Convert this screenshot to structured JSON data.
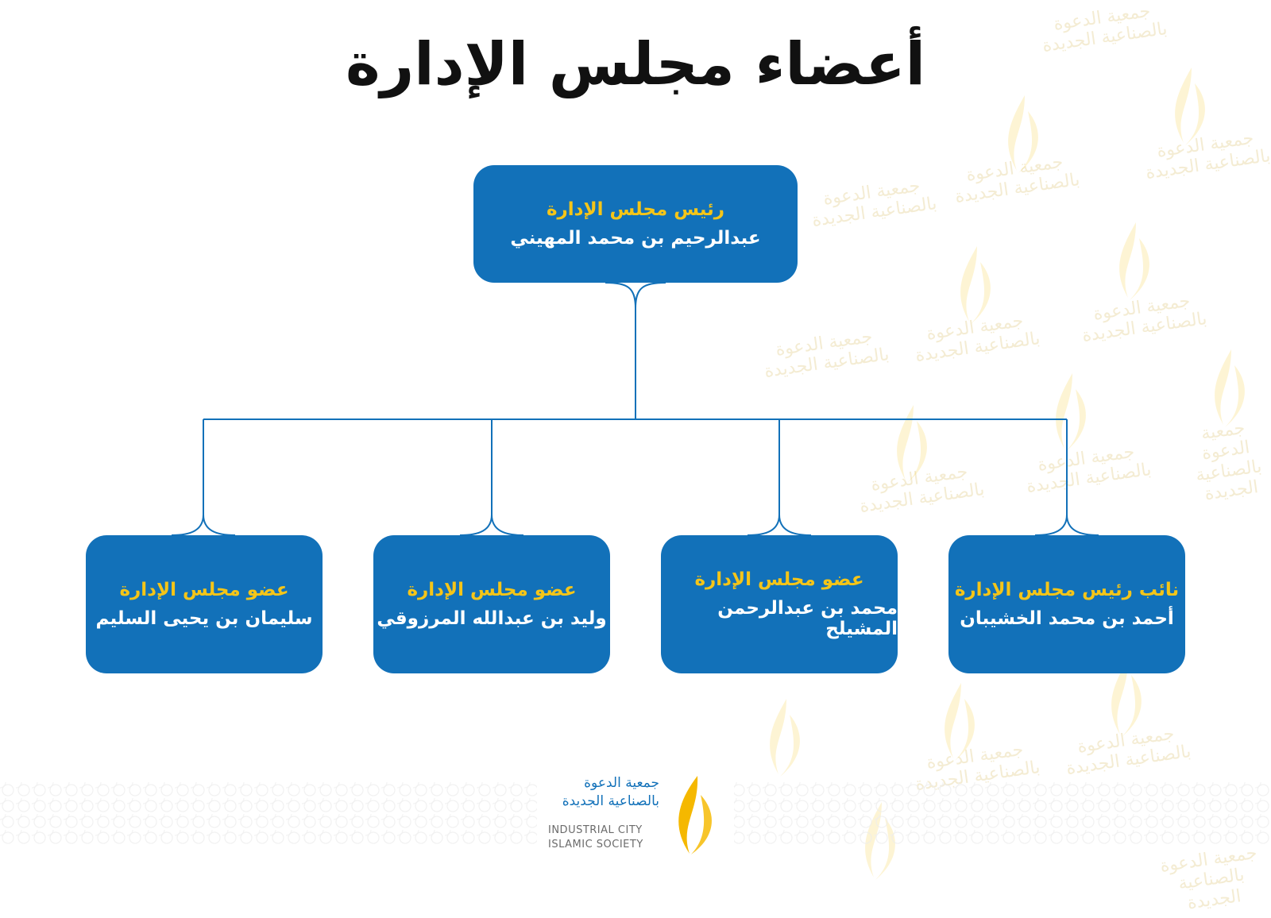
{
  "title": "أعضاء مجلس الإدارة",
  "chairman": {
    "role": "رئيس مجلس الإدارة",
    "name": "عبدالرحيم بن محمد المهيني"
  },
  "members": [
    {
      "role": "نائب رئيس مجلس الإدارة",
      "name": "أحمد بن محمد الخشيبان"
    },
    {
      "role": "عضو مجلس الإدارة",
      "name": "محمد بن عبدالرحمن المشيلح"
    },
    {
      "role": "عضو مجلس الإدارة",
      "name": "وليد بن عبدالله المرزوقي"
    },
    {
      "role": "عضو مجلس الإدارة",
      "name": "سليمان بن يحيى السليم"
    }
  ],
  "logo": {
    "ar_line1": "جمعية الدعوة",
    "ar_line2": "بالصناعية الجديدة",
    "en_line1": "INDUSTRIAL CITY",
    "en_line2": "ISLAMIC SOCIETY",
    "icon": "flame-icon"
  },
  "colors": {
    "box": "#1271b9",
    "role_text": "#f5c518",
    "name_text": "#ffffff",
    "connector": "#1271b9",
    "title_text": "#111111",
    "flame": "#f5b800"
  }
}
